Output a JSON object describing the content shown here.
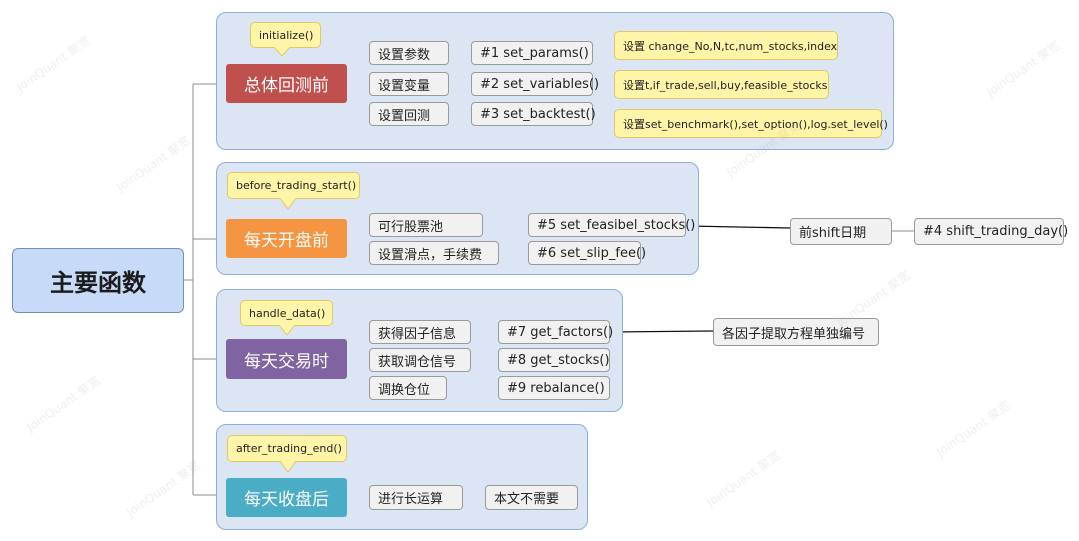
{
  "root": {
    "label": "主要函数"
  },
  "groups": [
    {
      "title": "总体回测前",
      "color": "#c0504d",
      "callout": "initialize()",
      "steps": [
        {
          "label": "设置参数",
          "func": "#1  set_params()",
          "note": "设置 change_No,N,tc,num_stocks,index"
        },
        {
          "label": "设置变量",
          "func": "#2  set_variables()",
          "note": "设置t,if_trade,sell,buy,feasible_stocks"
        },
        {
          "label": "设置回测",
          "func": "#3  set_backtest()",
          "note": "设置set_benchmark(),set_option(),log.set_level()"
        }
      ]
    },
    {
      "title": "每天开盘前",
      "color": "#f59541",
      "callout": "before_trading_start()",
      "steps": [
        {
          "label": "可行股票池",
          "func": "#5 set_feasibel_stocks()"
        },
        {
          "label": "设置滑点，手续费",
          "func": "#6 set_slip_fee()"
        }
      ]
    },
    {
      "title": "每天交易时",
      "color": "#8064a2",
      "callout": "handle_data()",
      "steps": [
        {
          "label": "获得因子信息",
          "func": "#7 get_factors()"
        },
        {
          "label": "获取调仓信号",
          "func": "#8  get_stocks()"
        },
        {
          "label": "调换仓位",
          "func": "#9  rebalance()"
        }
      ]
    },
    {
      "title": "每天收盘后",
      "color": "#4bacc6",
      "callout": "after_trading_end()",
      "steps": [
        {
          "label": "进行长运算",
          "func": "本文不需要"
        }
      ]
    }
  ],
  "side_notes": {
    "shift": {
      "label": "前shift日期",
      "func": "#4 shift_trading_day()"
    },
    "factors": {
      "label": "各因子提取方程单独编号"
    }
  },
  "watermark": "JoinQuant 聚宽"
}
